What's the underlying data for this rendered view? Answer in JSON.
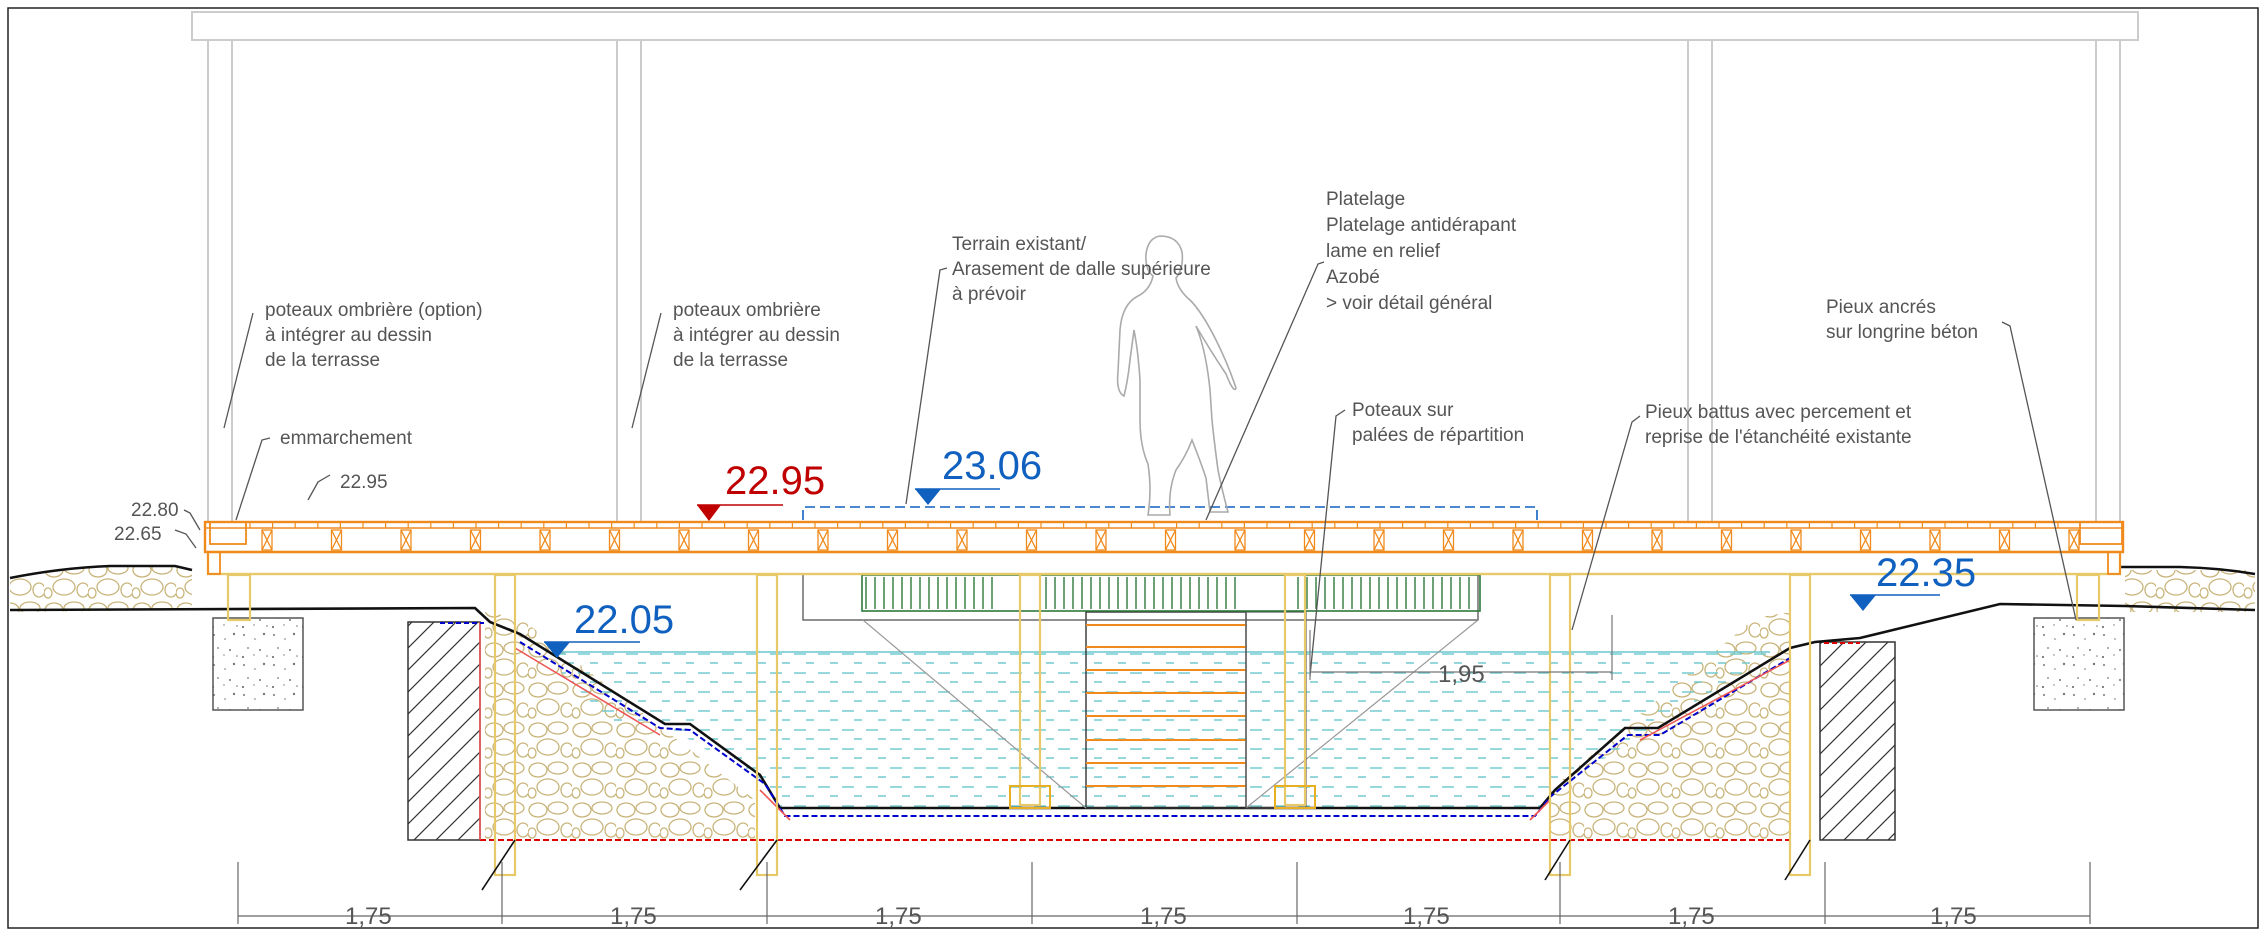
{
  "colors": {
    "timber": "#f08a1c",
    "structure": "#e8c96a",
    "water": "#9fd6dc",
    "water_line": "#69c6cc",
    "gravel": "#c8b47a",
    "ground": "#111111",
    "membrane_blue": "#0000cc",
    "membrane_red": "#dd0000",
    "level_red": "#c00000",
    "level_blue": "#1060c0",
    "hatch": "#333333",
    "green": "#2f7a3a",
    "leader": "#555555",
    "pale": "#cccccc"
  },
  "annotations": {
    "poteaux_option": [
      "poteaux ombrière (option)",
      "à intégrer au dessin",
      "de la terrasse"
    ],
    "poteaux": [
      "poteaux ombrière",
      "à intégrer au dessin",
      "de la terrasse"
    ],
    "emmarchement": "emmarchement",
    "terrain": [
      "Terrain existant/",
      "Arasement de dalle supérieure",
      "à prévoir"
    ],
    "platelage": [
      "Platelage",
      "Platelage antidérapant",
      "lame en relief",
      "Azobé",
      "> voir détail général"
    ],
    "poteaux_sur": [
      "Poteaux sur",
      "palées de répartition"
    ],
    "pieux_battus": [
      "Pieux battus avec percement et",
      "reprise de l'étanchéité existante"
    ],
    "pieux_ancres": [
      "Pieux ancrés",
      "sur longrine béton"
    ]
  },
  "levels": {
    "l2280": "22.80",
    "l2265": "22.65",
    "l2295_small": "22.95",
    "l2295": "22.95",
    "l2306": "23.06",
    "l2205": "22.05",
    "l2235": "22.35"
  },
  "dimensions": {
    "inner": "1,95",
    "spans": [
      "1,75",
      "1,75",
      "1,75",
      "1,75",
      "1,75",
      "1,75",
      "1,75"
    ]
  }
}
